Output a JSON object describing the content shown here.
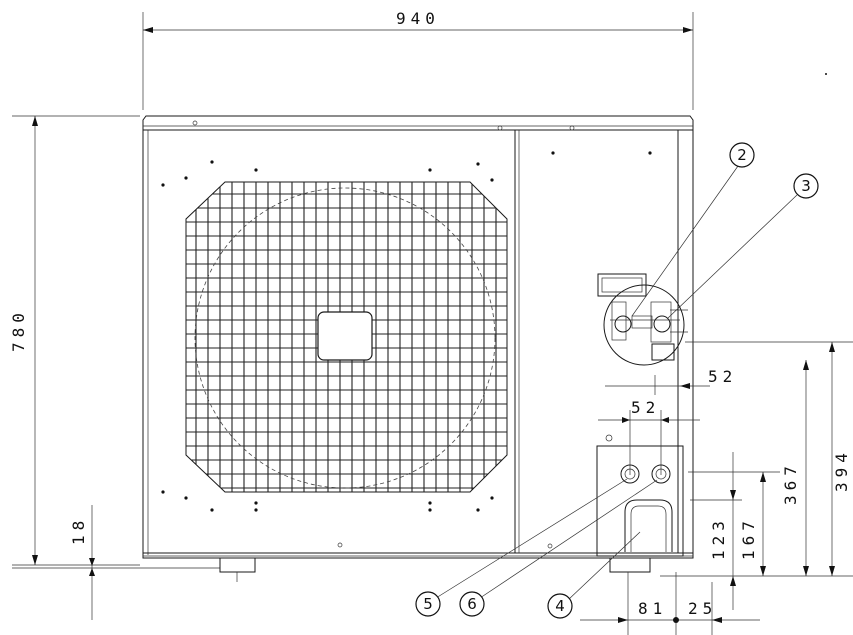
{
  "dimensions": {
    "width_overall": "940",
    "height_overall": "780",
    "foot_height": "18",
    "pipe_spacing_a": "52",
    "pipe_spacing_b": "52",
    "pipe_height_a": "367",
    "pipe_height_b": "394",
    "drain_height_a": "123",
    "drain_height_b": "167",
    "bottom_offset_a": "81",
    "bottom_offset_b": "25"
  },
  "callouts": {
    "c2": "2",
    "c3": "3",
    "c4": "4",
    "c5": "5",
    "c6": "6"
  }
}
